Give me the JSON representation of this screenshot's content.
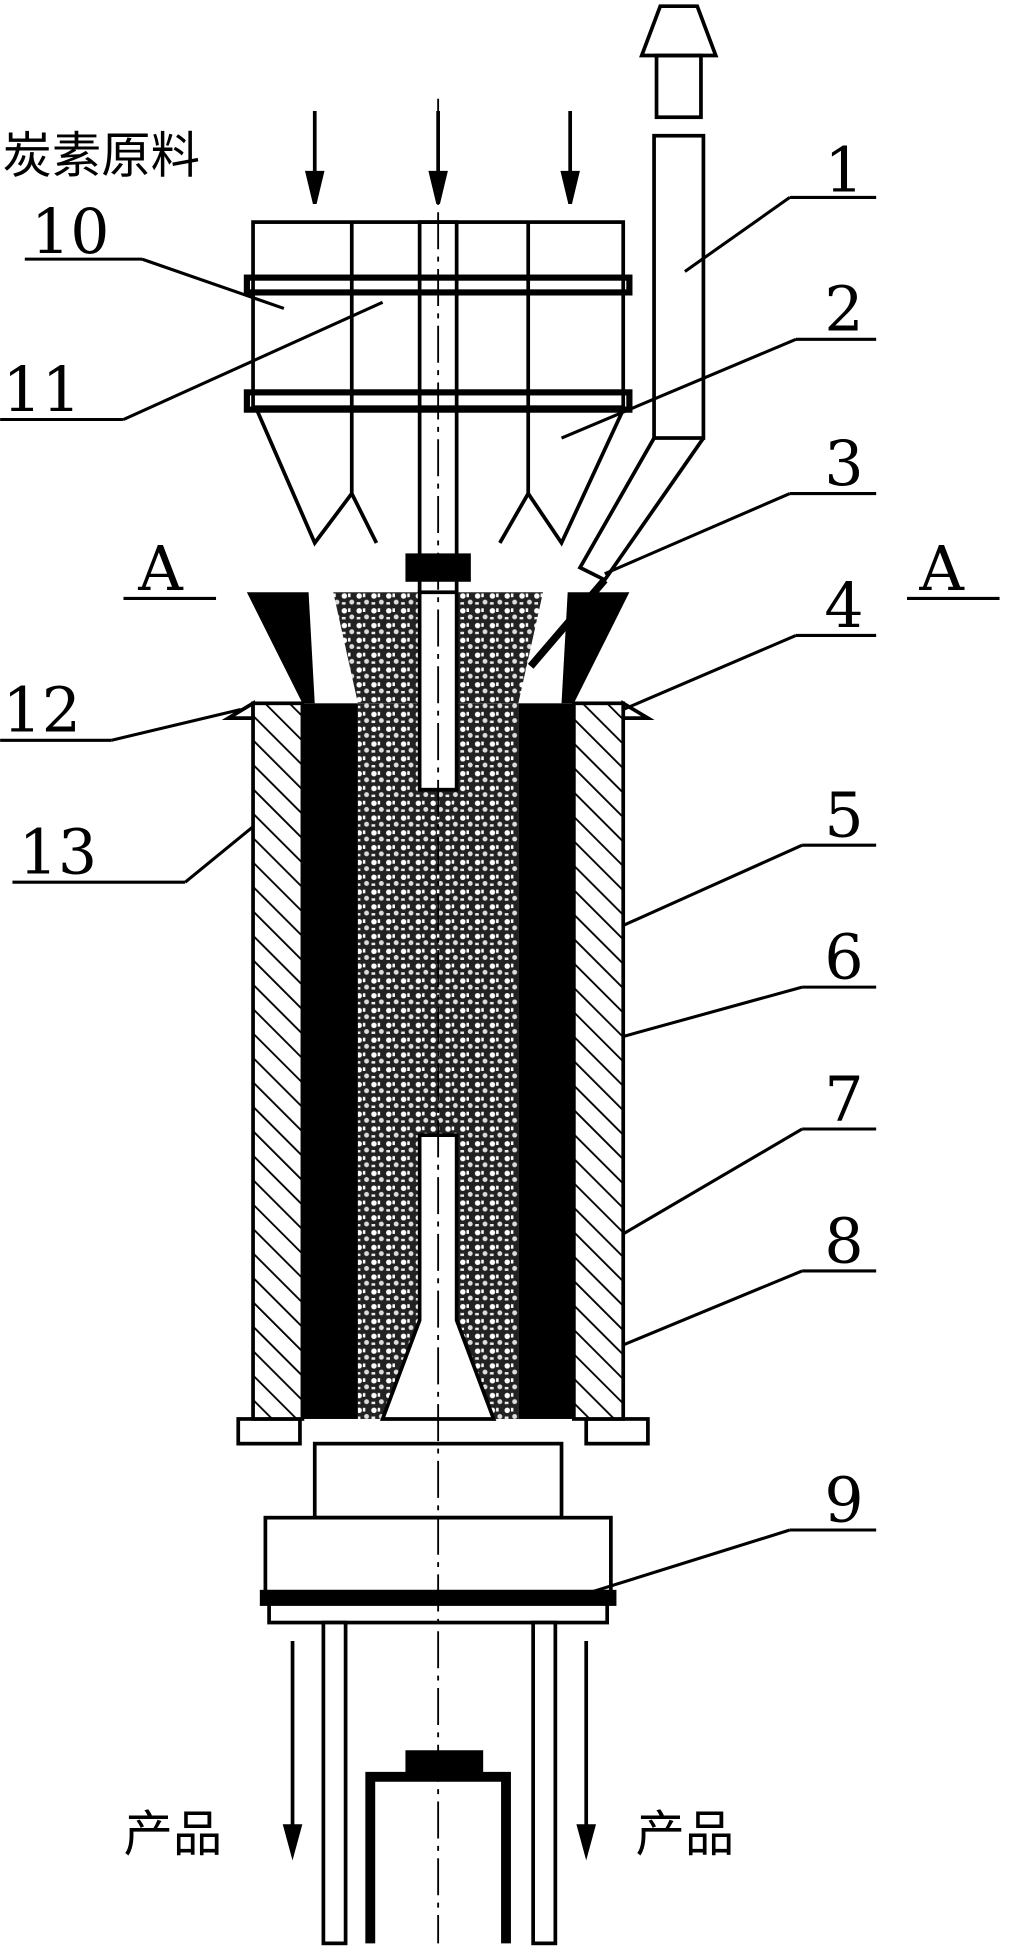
{
  "labels": {
    "feed": "炭素原料",
    "product_left": "产品",
    "product_right": "产品",
    "section_left": "A",
    "section_right": "A",
    "parts": [
      "1",
      "2",
      "3",
      "4",
      "5",
      "6",
      "7",
      "8",
      "9",
      "10",
      "11",
      "12",
      "13"
    ]
  }
}
